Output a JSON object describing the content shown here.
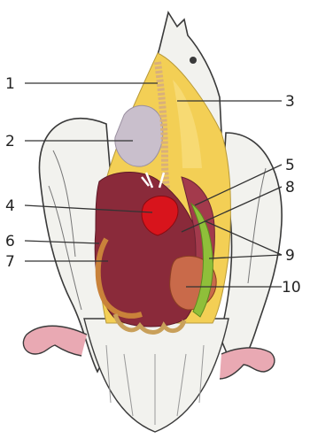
{
  "labels": [
    {
      "id": "1",
      "text": "1"
    },
    {
      "id": "2",
      "text": "2"
    },
    {
      "id": "3",
      "text": "3"
    },
    {
      "id": "4",
      "text": "4"
    },
    {
      "id": "5",
      "text": "5"
    },
    {
      "id": "6",
      "text": "6"
    },
    {
      "id": "7",
      "text": "7"
    },
    {
      "id": "8",
      "text": "8"
    },
    {
      "id": "9",
      "text": "9"
    },
    {
      "id": "10",
      "text": "10"
    }
  ],
  "colors": {
    "feather_outline": "#3a3a3a",
    "feather_fill": "#f2f2ee",
    "body_cavity_yellow": "#f3cf55",
    "crop_gray": "#c9bfcc",
    "trachea_tan": "#d9b07a",
    "liver_brown": "#8a2a3a",
    "heart_red": "#d8141c",
    "gizzard_brown": "#c96a4a",
    "intestine_orange": "#c9823a",
    "gallbladder_green": "#8fbf3a",
    "leg_pink": "#e9a9b3"
  }
}
